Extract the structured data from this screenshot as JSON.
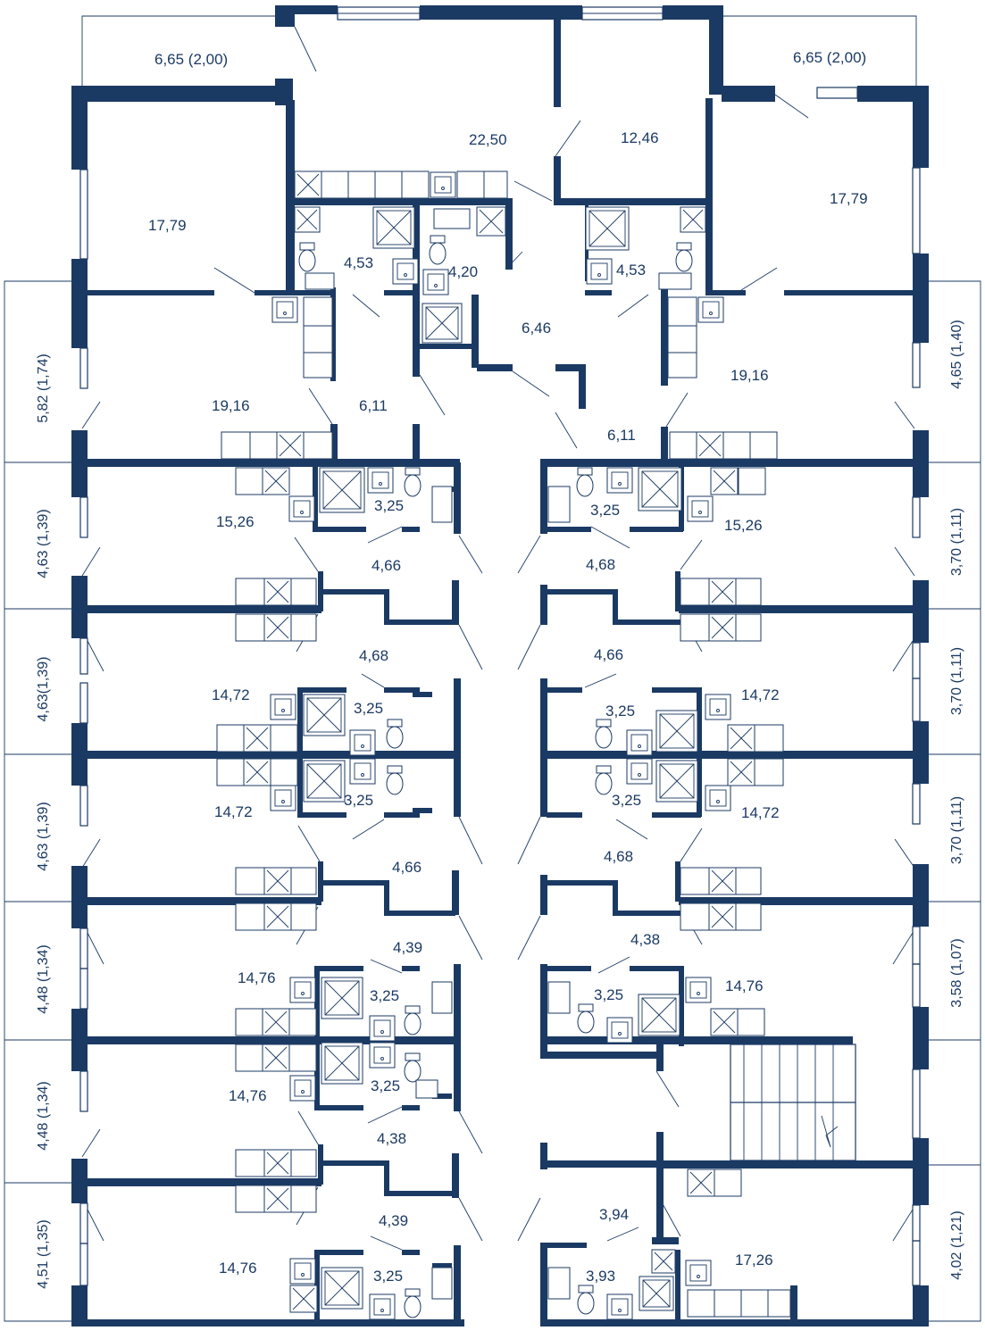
{
  "colors": {
    "wall": "#1b3a63",
    "background": "#ffffff"
  },
  "room_areas": {
    "r1": "6,65 (2,00)",
    "r2": "6,65 (2,00)",
    "r3": "22,50",
    "r4": "12,46",
    "r5": "17,79",
    "r6": "17,79",
    "r7": "4,53",
    "r8": "4,20",
    "r9": "4,53",
    "r10": "6,46",
    "r11": "19,16",
    "r12": "19,16",
    "r13": "6,11",
    "r14": "6,11",
    "r15": "15,26",
    "r16": "3,25",
    "r17": "3,25",
    "r18": "15,26",
    "r19": "4,66",
    "r20": "4,68",
    "r21": "4,68",
    "r22": "4,66",
    "r23": "14,72",
    "r24": "3,25",
    "r25": "3,25",
    "r26": "14,72",
    "r27": "14,72",
    "r28": "3,25",
    "r29": "3,25",
    "r30": "14,72",
    "r31": "4,66",
    "r32": "4,68",
    "r33": "4,39",
    "r34": "4,38",
    "r35": "14,76",
    "r36": "3,25",
    "r37": "3,25",
    "r38": "14,76",
    "r39": "14,76",
    "r40": "3,25",
    "r41": "4,38",
    "r42": "4,39",
    "r43": "3,94",
    "r44": "17,26",
    "r45": "14,76",
    "r46": "3,25",
    "r47": "3,93"
  },
  "balcony_areas": {
    "lb1": "5,82 (1,74)",
    "lb2": "4,63 (1,39)",
    "lb3": "4,63(1,39)",
    "lb4": "4,63 (1,39)",
    "lb5": "4,48 (1,34)",
    "lb6": "4,48 (1,34)",
    "lb7": "4,51 (1,35)",
    "rb1": "4,65 (1,40)",
    "rb2": "3,70 (1,11)",
    "rb3": "3,70 (1,11)",
    "rb4": "3,70 (1,11)",
    "rb5": "3,58 (1,07)",
    "rb6": "4,02 (1,21)"
  }
}
